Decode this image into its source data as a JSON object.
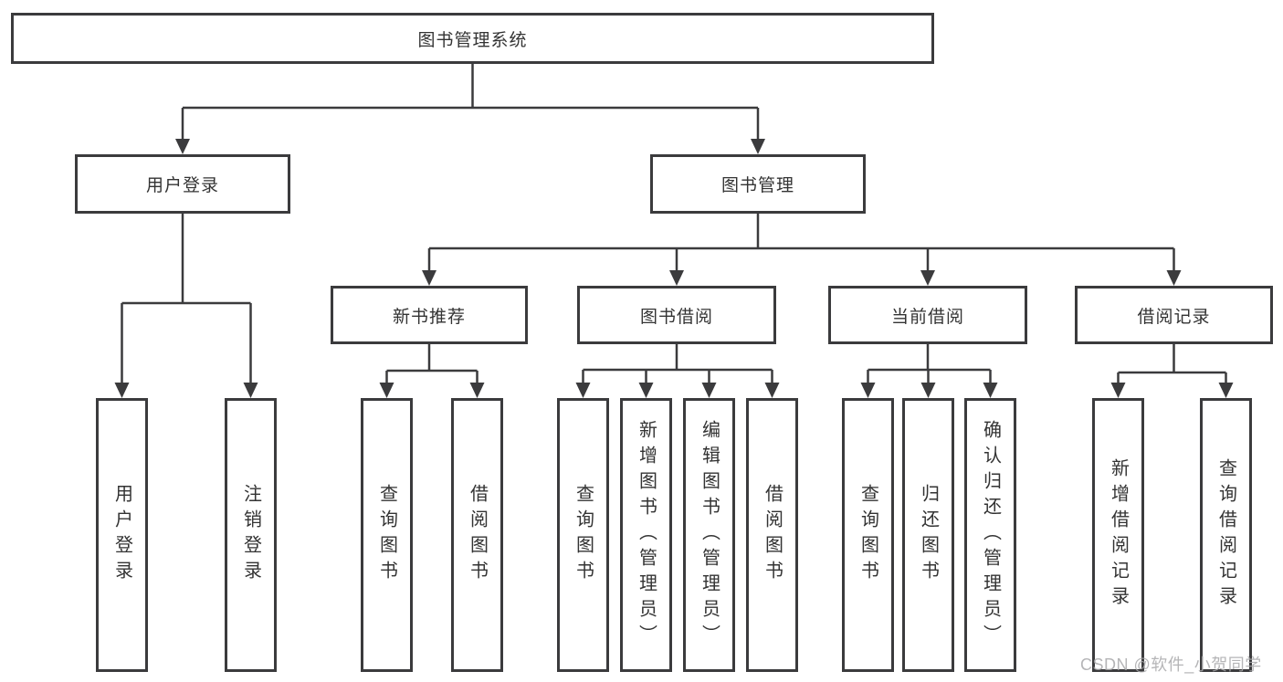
{
  "title": "图书管理系统",
  "colors": {
    "line": "#3b3b3d",
    "text": "#333333",
    "background": "#ffffff",
    "watermark": "#a9a9ab"
  },
  "watermark": {
    "text": "CSDN @软件_小贺同学"
  },
  "tree": {
    "label": "图书管理系统",
    "children": [
      {
        "label": "用户登录",
        "children": [
          {
            "label": "用户登录"
          },
          {
            "label": "注销登录"
          }
        ]
      },
      {
        "label": "图书管理",
        "children": [
          {
            "label": "新书推荐",
            "children": [
              {
                "label": "查询图书"
              },
              {
                "label": "借阅图书"
              }
            ]
          },
          {
            "label": "图书借阅",
            "children": [
              {
                "label": "查询图书"
              },
              {
                "label": "新增图书（管理员）"
              },
              {
                "label": "编辑图书（管理员）"
              },
              {
                "label": "借阅图书"
              }
            ]
          },
          {
            "label": "当前借阅",
            "children": [
              {
                "label": "查询图书"
              },
              {
                "label": "归还图书"
              },
              {
                "label": "确认归还（管理员）"
              }
            ]
          },
          {
            "label": "借阅记录",
            "children": [
              {
                "label": "新增借阅记录"
              },
              {
                "label": "查询借阅记录"
              }
            ]
          }
        ]
      }
    ]
  }
}
